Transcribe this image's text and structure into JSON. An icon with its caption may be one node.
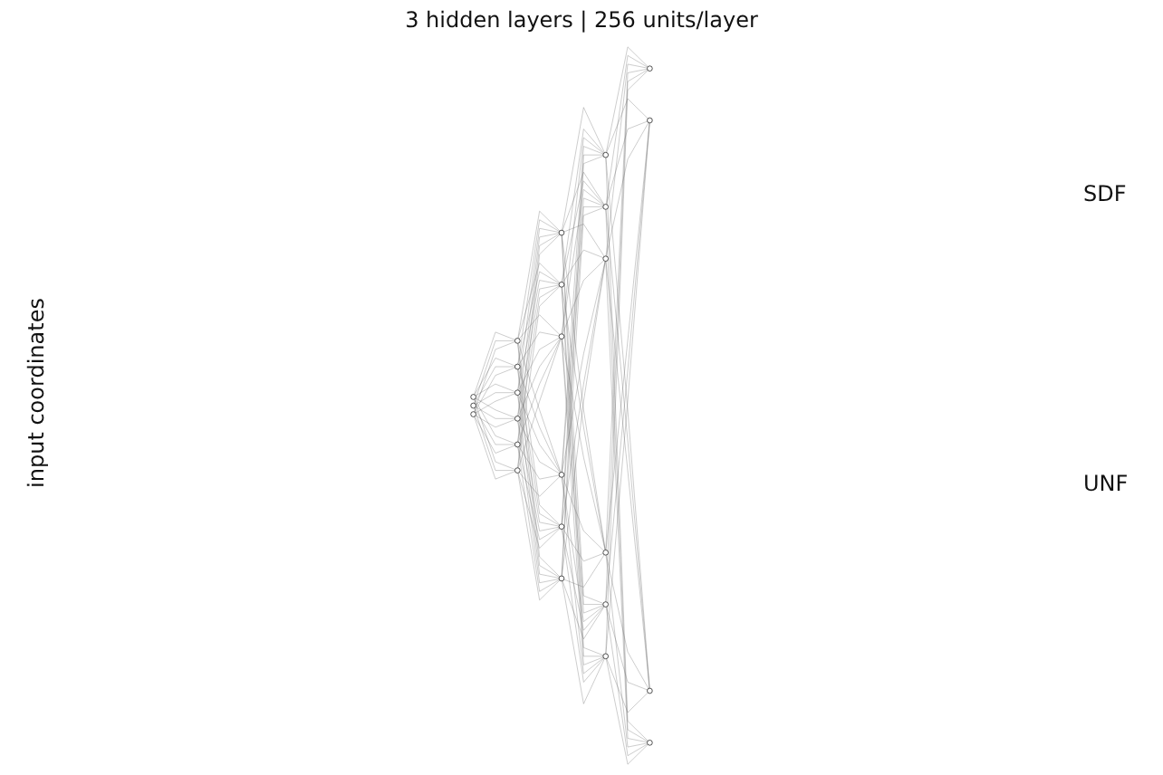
{
  "diagram": {
    "nodes": [
      {
        "text": [],
        "shape": "circle"
      },
      {
        "text": [],
        "shape": "circle"
      },
      {
        "text": [],
        "shape": "circle"
      },
      {
        "text": [],
        "shape": "circle"
      },
      {
        "text": [],
        "shape": "circle"
      },
      {
        "text": [],
        "shape": "circle"
      },
      {
        "text": [],
        "shape": "circle"
      },
      {
        "text": [],
        "shape": "circle"
      },
      {
        "text": [],
        "shape": "circle"
      },
      {
        "text": [],
        "shape": "circle"
      },
      {
        "text": [],
        "shape": "circle"
      },
      {
        "text": [],
        "shape": "circle"
      },
      {
        "text": [],
        "shape": "circle"
      },
      {
        "text": [],
        "shape": "circle"
      },
      {
        "text": [],
        "shape": "circle"
      },
      {
        "text": [],
        "shape": "circle"
      },
      {
        "text": [],
        "shape": "circle"
      },
      {
        "text": [],
        "shape": "circle"
      },
      {
        "text": [],
        "shape": "circle"
      },
      {
        "text": [],
        "shape": "circle"
      },
      {
        "text": [],
        "shape": "circle"
      },
      {
        "text": [],
        "shape": "circle"
      },
      {
        "text": [],
        "shape": "circle"
      },
      {
        "text": [],
        "shape": "circle"
      },
      {
        "text": [],
        "shape": "circle"
      }
    ],
    "edges": [
      {
        "from": 0,
        "to": 3,
        "arrow": "none"
      },
      {
        "from": 0,
        "to": 4,
        "arrow": "none"
      },
      {
        "from": 0,
        "to": 5,
        "arrow": "none"
      },
      {
        "from": 0,
        "to": 6,
        "arrow": "none"
      },
      {
        "from": 0,
        "to": 7,
        "arrow": "none"
      },
      {
        "from": 0,
        "to": 8,
        "arrow": "none"
      },
      {
        "from": 1,
        "to": 3,
        "arrow": "none"
      },
      {
        "from": 1,
        "to": 4,
        "arrow": "none"
      },
      {
        "from": 1,
        "to": 5,
        "arrow": "none"
      },
      {
        "from": 1,
        "to": 6,
        "arrow": "none"
      },
      {
        "from": 1,
        "to": 7,
        "arrow": "none"
      },
      {
        "from": 1,
        "to": 8,
        "arrow": "none"
      },
      {
        "from": 2,
        "to": 3,
        "arrow": "none"
      },
      {
        "from": 2,
        "to": 4,
        "arrow": "none"
      },
      {
        "from": 2,
        "to": 5,
        "arrow": "none"
      },
      {
        "from": 2,
        "to": 6,
        "arrow": "none"
      },
      {
        "from": 2,
        "to": 7,
        "arrow": "none"
      },
      {
        "from": 2,
        "to": 8,
        "arrow": "none"
      },
      {
        "from": 3,
        "to": 9,
        "arrow": "none"
      },
      {
        "from": 3,
        "to": 10,
        "arrow": "none"
      },
      {
        "from": 3,
        "to": 11,
        "arrow": "none"
      },
      {
        "from": 3,
        "to": 12,
        "arrow": "none"
      },
      {
        "from": 3,
        "to": 13,
        "arrow": "none"
      },
      {
        "from": 3,
        "to": 14,
        "arrow": "none"
      },
      {
        "from": 4,
        "to": 9,
        "arrow": "none"
      },
      {
        "from": 4,
        "to": 10,
        "arrow": "none"
      },
      {
        "from": 4,
        "to": 11,
        "arrow": "none"
      },
      {
        "from": 4,
        "to": 12,
        "arrow": "none"
      },
      {
        "from": 4,
        "to": 13,
        "arrow": "none"
      },
      {
        "from": 4,
        "to": 14,
        "arrow": "none"
      },
      {
        "from": 5,
        "to": 9,
        "arrow": "none"
      },
      {
        "from": 5,
        "to": 10,
        "arrow": "none"
      },
      {
        "from": 5,
        "to": 11,
        "arrow": "none"
      },
      {
        "from": 5,
        "to": 12,
        "arrow": "none"
      },
      {
        "from": 5,
        "to": 13,
        "arrow": "none"
      },
      {
        "from": 5,
        "to": 14,
        "arrow": "none"
      },
      {
        "from": 6,
        "to": 9,
        "arrow": "none"
      },
      {
        "from": 6,
        "to": 10,
        "arrow": "none"
      },
      {
        "from": 6,
        "to": 11,
        "arrow": "none"
      },
      {
        "from": 6,
        "to": 12,
        "arrow": "none"
      },
      {
        "from": 6,
        "to": 13,
        "arrow": "none"
      },
      {
        "from": 6,
        "to": 14,
        "arrow": "none"
      },
      {
        "from": 7,
        "to": 9,
        "arrow": "none"
      },
      {
        "from": 7,
        "to": 10,
        "arrow": "none"
      },
      {
        "from": 7,
        "to": 11,
        "arrow": "none"
      },
      {
        "from": 7,
        "to": 12,
        "arrow": "none"
      },
      {
        "from": 7,
        "to": 13,
        "arrow": "none"
      },
      {
        "from": 7,
        "to": 14,
        "arrow": "none"
      },
      {
        "from": 8,
        "to": 9,
        "arrow": "none"
      },
      {
        "from": 8,
        "to": 10,
        "arrow": "none"
      },
      {
        "from": 8,
        "to": 11,
        "arrow": "none"
      },
      {
        "from": 8,
        "to": 12,
        "arrow": "none"
      },
      {
        "from": 8,
        "to": 13,
        "arrow": "none"
      },
      {
        "from": 8,
        "to": 14,
        "arrow": "none"
      },
      {
        "from": 9,
        "to": 15,
        "arrow": "none"
      },
      {
        "from": 9,
        "to": 16,
        "arrow": "none"
      },
      {
        "from": 9,
        "to": 17,
        "arrow": "none"
      },
      {
        "from": 9,
        "to": 18,
        "arrow": "none"
      },
      {
        "from": 9,
        "to": 19,
        "arrow": "none"
      },
      {
        "from": 9,
        "to": 20,
        "arrow": "none"
      },
      {
        "from": 10,
        "to": 15,
        "arrow": "none"
      },
      {
        "from": 10,
        "to": 16,
        "arrow": "none"
      },
      {
        "from": 10,
        "to": 17,
        "arrow": "none"
      },
      {
        "from": 10,
        "to": 18,
        "arrow": "none"
      },
      {
        "from": 10,
        "to": 19,
        "arrow": "none"
      },
      {
        "from": 10,
        "to": 20,
        "arrow": "none"
      },
      {
        "from": 11,
        "to": 15,
        "arrow": "none"
      },
      {
        "from": 11,
        "to": 16,
        "arrow": "none"
      },
      {
        "from": 11,
        "to": 17,
        "arrow": "none"
      },
      {
        "from": 11,
        "to": 18,
        "arrow": "none"
      },
      {
        "from": 11,
        "to": 19,
        "arrow": "none"
      },
      {
        "from": 11,
        "to": 20,
        "arrow": "none"
      },
      {
        "from": 12,
        "to": 15,
        "arrow": "none"
      },
      {
        "from": 12,
        "to": 16,
        "arrow": "none"
      },
      {
        "from": 12,
        "to": 17,
        "arrow": "none"
      },
      {
        "from": 12,
        "to": 18,
        "arrow": "none"
      },
      {
        "from": 12,
        "to": 19,
        "arrow": "none"
      },
      {
        "from": 12,
        "to": 20,
        "arrow": "none"
      },
      {
        "from": 13,
        "to": 15,
        "arrow": "none"
      },
      {
        "from": 13,
        "to": 16,
        "arrow": "none"
      },
      {
        "from": 13,
        "to": 17,
        "arrow": "none"
      },
      {
        "from": 13,
        "to": 18,
        "arrow": "none"
      },
      {
        "from": 13,
        "to": 19,
        "arrow": "none"
      },
      {
        "from": 13,
        "to": 20,
        "arrow": "none"
      },
      {
        "from": 14,
        "to": 15,
        "arrow": "none"
      },
      {
        "from": 14,
        "to": 16,
        "arrow": "none"
      },
      {
        "from": 14,
        "to": 17,
        "arrow": "none"
      },
      {
        "from": 14,
        "to": 18,
        "arrow": "none"
      },
      {
        "from": 14,
        "to": 19,
        "arrow": "none"
      },
      {
        "from": 14,
        "to": 20,
        "arrow": "none"
      },
      {
        "from": 15,
        "to": 21,
        "arrow": "none"
      },
      {
        "from": 15,
        "to": 22,
        "arrow": "none"
      },
      {
        "from": 15,
        "to": 23,
        "arrow": "none"
      },
      {
        "from": 15,
        "to": 24,
        "arrow": "none"
      },
      {
        "from": 16,
        "to": 21,
        "arrow": "none"
      },
      {
        "from": 16,
        "to": 22,
        "arrow": "none"
      },
      {
        "from": 16,
        "to": 23,
        "arrow": "none"
      },
      {
        "from": 16,
        "to": 24,
        "arrow": "none"
      },
      {
        "from": 17,
        "to": 21,
        "arrow": "none"
      },
      {
        "from": 17,
        "to": 22,
        "arrow": "none"
      },
      {
        "from": 17,
        "to": 23,
        "arrow": "none"
      },
      {
        "from": 17,
        "to": 24,
        "arrow": "none"
      },
      {
        "from": 18,
        "to": 21,
        "arrow": "none"
      },
      {
        "from": 18,
        "to": 22,
        "arrow": "none"
      },
      {
        "from": 18,
        "to": 23,
        "arrow": "none"
      },
      {
        "from": 18,
        "to": 24,
        "arrow": "none"
      },
      {
        "from": 19,
        "to": 21,
        "arrow": "none"
      },
      {
        "from": 19,
        "to": 22,
        "arrow": "none"
      },
      {
        "from": 19,
        "to": 23,
        "arrow": "none"
      },
      {
        "from": 19,
        "to": 24,
        "arrow": "none"
      },
      {
        "from": 20,
        "to": 21,
        "arrow": "none"
      },
      {
        "from": 20,
        "to": 22,
        "arrow": "none"
      },
      {
        "from": 20,
        "to": 23,
        "arrow": "none"
      },
      {
        "from": 20,
        "to": 24,
        "arrow": "none"
      }
    ],
    "labels": [
      "3 hidden layers | 256 units/layer",
      "input coordinates",
      "SDF",
      "UNF"
    ]
  }
}
